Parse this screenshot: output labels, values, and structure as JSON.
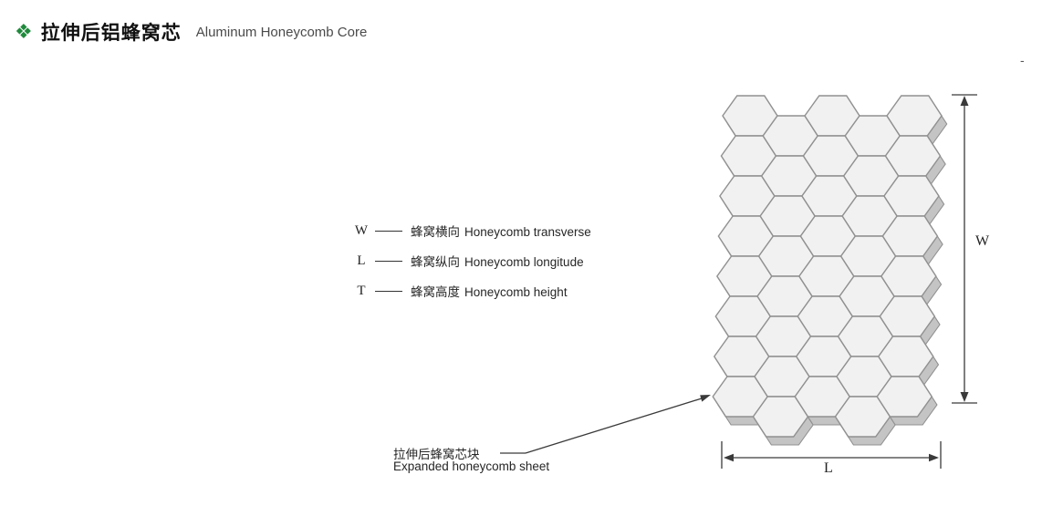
{
  "header": {
    "icon": "green-four-diamond-clover",
    "icon_glyph": "❖",
    "icon_color": "#208a3c",
    "title_zh": "拉伸后铝蜂窝芯",
    "title_en": "Aluminum Honeycomb Core"
  },
  "legend": {
    "items": [
      {
        "symbol": "W",
        "label_zh": "蜂窝横向",
        "label_en": "Honeycomb transverse"
      },
      {
        "symbol": "L",
        "label_zh": "蜂窝纵向",
        "label_en": "Honeycomb longitude"
      },
      {
        "symbol": "T",
        "label_zh": "蜂窝高度",
        "label_en": "Honeycomb height"
      }
    ]
  },
  "diagram": {
    "dim_width_label": "W",
    "dim_length_label": "L",
    "callout_zh": "拉伸后蜂窝芯块",
    "callout_en": "Expanded honeycomb sheet",
    "corner_mark": "-",
    "line_color": "#3a3a3a",
    "honeycomb_fill": "#f1f1f1",
    "honeycomb_back_fill": "#c4c4c4",
    "honeycomb_stroke": "#909090"
  }
}
